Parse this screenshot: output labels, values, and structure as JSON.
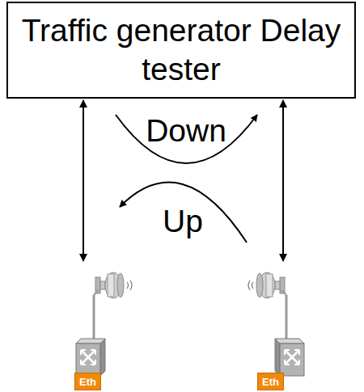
{
  "diagram": {
    "nodes": [
      {
        "text": [
          "Traffic generator Delay tester"
        ]
      },
      {
        "text": [
          "Eth"
        ]
      },
      {
        "text": [
          "Eth"
        ]
      }
    ],
    "edges": [
      {
        "from": 0,
        "to": 1,
        "arrow": "both"
      },
      {
        "from": 0,
        "to": 2,
        "arrow": "both"
      }
    ],
    "labels": [
      "Down",
      "Up"
    ]
  }
}
